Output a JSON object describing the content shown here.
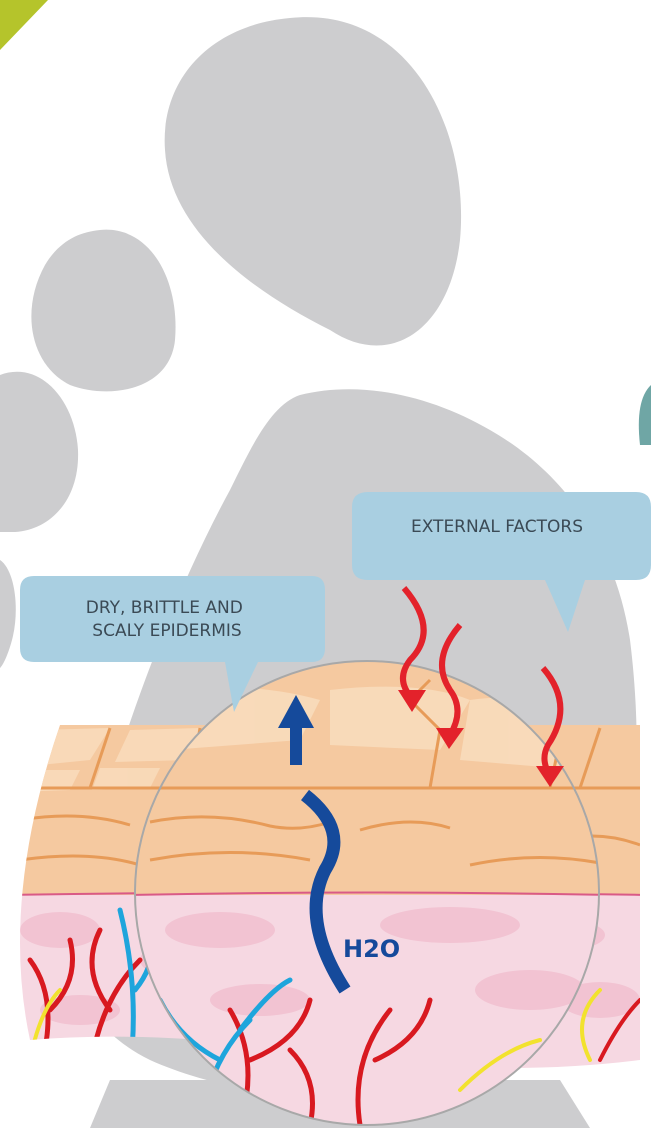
{
  "labels": {
    "external_factors": "EXTERNAL FACTORS",
    "epidermis_line1": "DRY, BRITTLE AND",
    "epidermis_line2": "SCALY EPIDERMIS",
    "water": "H2O"
  },
  "colors": {
    "background": "#ffffff",
    "paw_gray": "#cdcdcf",
    "accent_green": "#b5c42b",
    "accent_teal": "#6fa6a5",
    "callout_fill": "#a9cfe1",
    "callout_text": "#3b4a55",
    "epidermis": "#f5c9a0",
    "epidermis_dark": "#e79b58",
    "dermis": "#f6d8e2",
    "dermis_blob": "#f2c3d2",
    "artery_red": "#d81920",
    "vein_blue": "#1ea5dc",
    "nerve_yellow": "#f2e22e",
    "water_arrow": "#154a9b",
    "external_arrow": "#e3222b",
    "boundary_line": "#d95a86",
    "magnifier_ring": "#a8a8a8"
  },
  "icons": {
    "water_arrow": "wavy-arrow-up-icon",
    "external_arrows": "wavy-arrow-down-icon",
    "paw": "paw-print-icon"
  }
}
